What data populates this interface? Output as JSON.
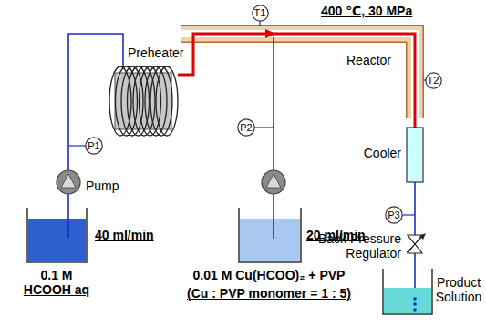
{
  "diagram": {
    "nodes": [
      {
        "text": [
          "T1"
        ]
      },
      {
        "text": [
          "T2"
        ]
      },
      {
        "text": [
          "P1"
        ]
      },
      {
        "text": [
          "P2"
        ]
      },
      {
        "text": [
          "P3"
        ]
      }
    ],
    "labels": [
      "400 ℃, 30 MPa",
      "Reactor",
      "Preheater",
      "Pump",
      "40 ml/min",
      "20 ml/min",
      "0.1 M HCOOH aq",
      "0.01 M Cu(HCOO)₂ + PVP",
      "(Cu : PVP monomer = 1 : 5)",
      "Cooler",
      "Back Pressure Regulator",
      "Product Solution"
    ]
  }
}
